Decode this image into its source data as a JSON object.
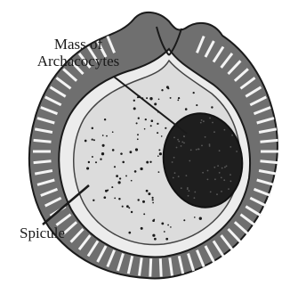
{
  "labels": {
    "mass_line1": "Mass of",
    "mass_line2": "Archacocytes",
    "spicule": "Spicule"
  },
  "colors": {
    "ink": "#1a1a1a",
    "outer_wall": "#6f6f6f",
    "inner_fill": "#dcdcdc",
    "cavity_fill": "#ececec",
    "mass_fill": "#1e1e1e",
    "background": "#ffffff"
  }
}
